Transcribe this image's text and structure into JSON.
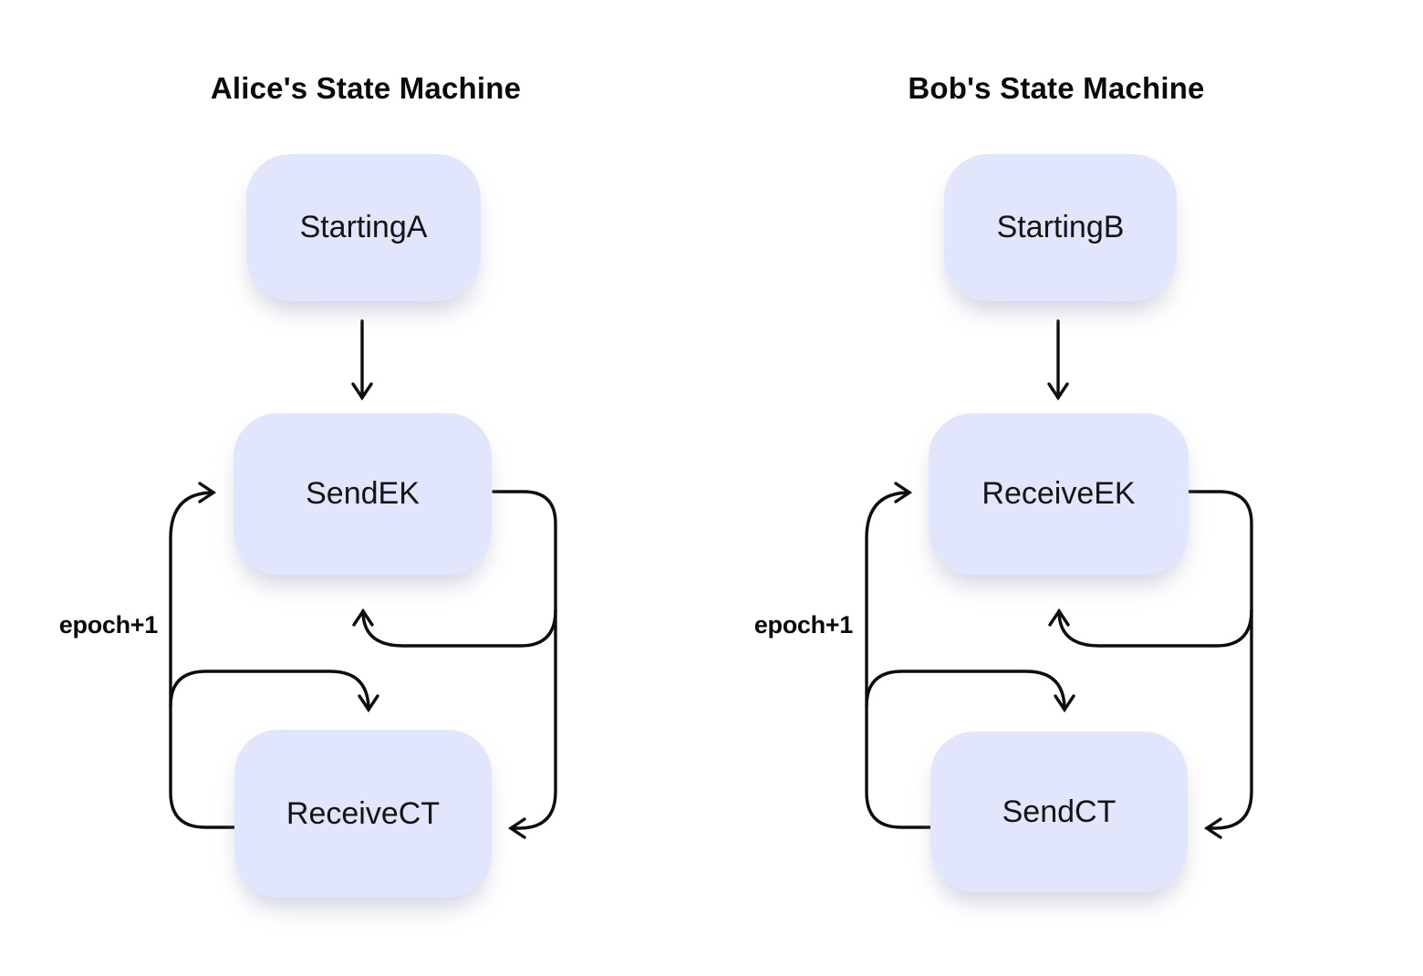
{
  "machines": [
    {
      "title": "Alice's State Machine",
      "epoch_label": "epoch+1",
      "states": [
        {
          "label": "StartingA"
        },
        {
          "label": "SendEK"
        },
        {
          "label": "ReceiveCT"
        }
      ]
    },
    {
      "title": "Bob's State Machine",
      "epoch_label": "epoch+1",
      "states": [
        {
          "label": "StartingB"
        },
        {
          "label": "ReceiveEK"
        },
        {
          "label": "SendCT"
        }
      ]
    }
  ],
  "colors": {
    "state_fill": "#e2e6fc",
    "arrow_stroke": "#0d0d0d",
    "text": "#0a0a0a",
    "background": "#ffffff"
  }
}
